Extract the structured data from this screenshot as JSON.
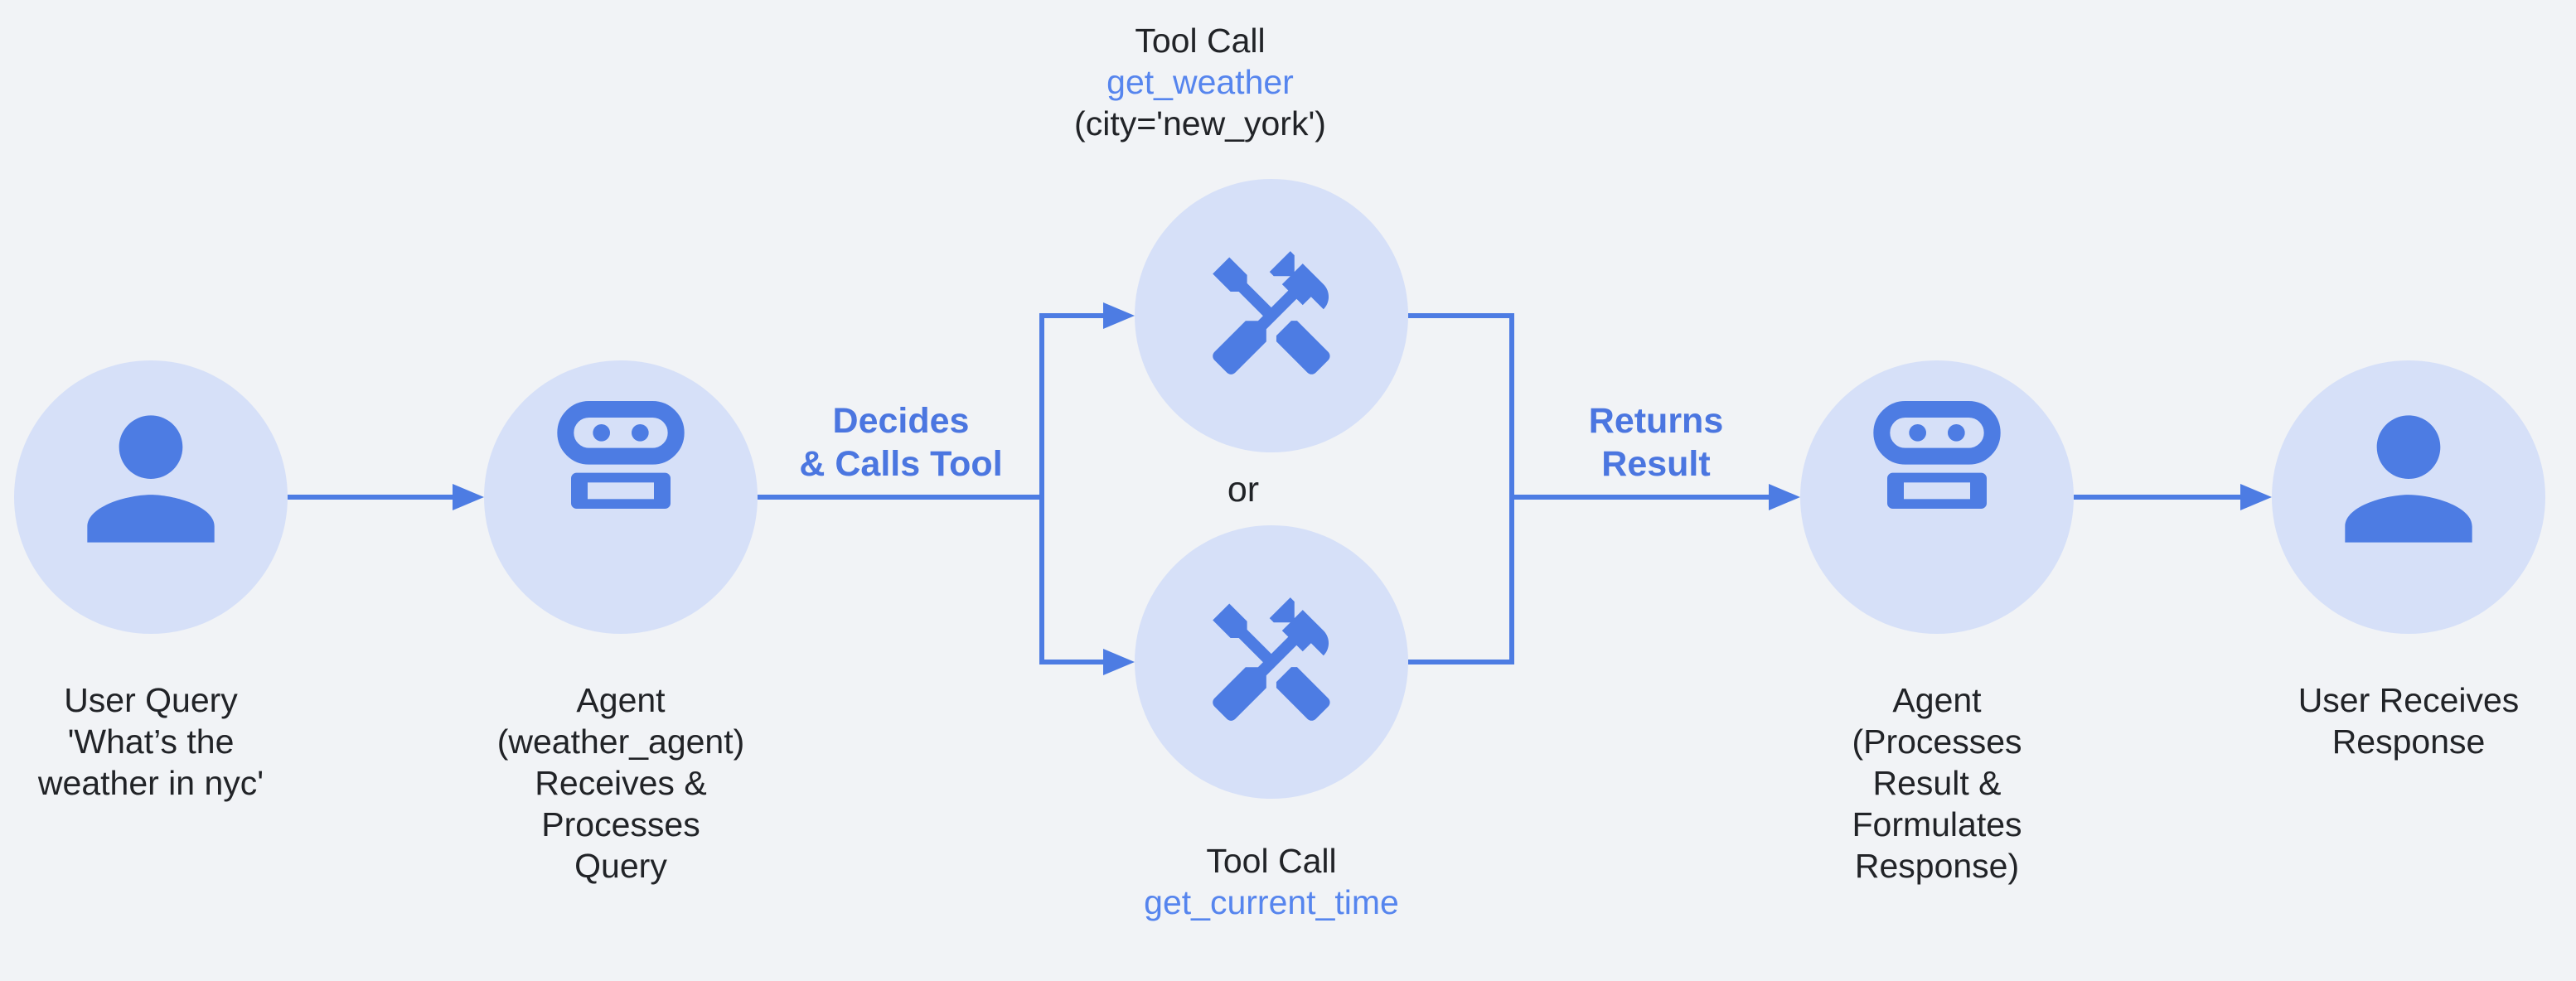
{
  "colors": {
    "background": "#f1f3f6",
    "node_fill": "#d6e0f8",
    "icon_and_line_blue": "#4d7ce3",
    "tool_name_blue": "#5685ee",
    "edge_label_blue": "#4b76e0",
    "text_dark": "#212327"
  },
  "nodes": {
    "user_query": {
      "icon": "person",
      "lines": [
        "User Query",
        "'What’s the",
        "weather in nyc'"
      ]
    },
    "agent_in": {
      "icon": "robot",
      "lines": [
        "Agent",
        "(weather_agent)",
        "Receives &",
        "Processes",
        "Query"
      ]
    },
    "tool_weather": {
      "icon": "handyman-tools",
      "lines": [
        "Tool Call",
        "get_weather",
        "(city='new_york')"
      ]
    },
    "tool_time": {
      "icon": "handyman-tools",
      "lines": [
        "Tool Call",
        "get_current_time"
      ]
    },
    "agent_out": {
      "icon": "robot",
      "lines": [
        "Agent",
        "(Processes",
        "Result &",
        "Formulates",
        "Response)"
      ]
    },
    "user_response": {
      "icon": "person",
      "lines": [
        "User Receives",
        "Response"
      ]
    }
  },
  "edge_labels": {
    "decides": [
      "Decides",
      "& Calls Tool"
    ],
    "returns": [
      "Returns",
      "Result"
    ],
    "or": "or"
  }
}
